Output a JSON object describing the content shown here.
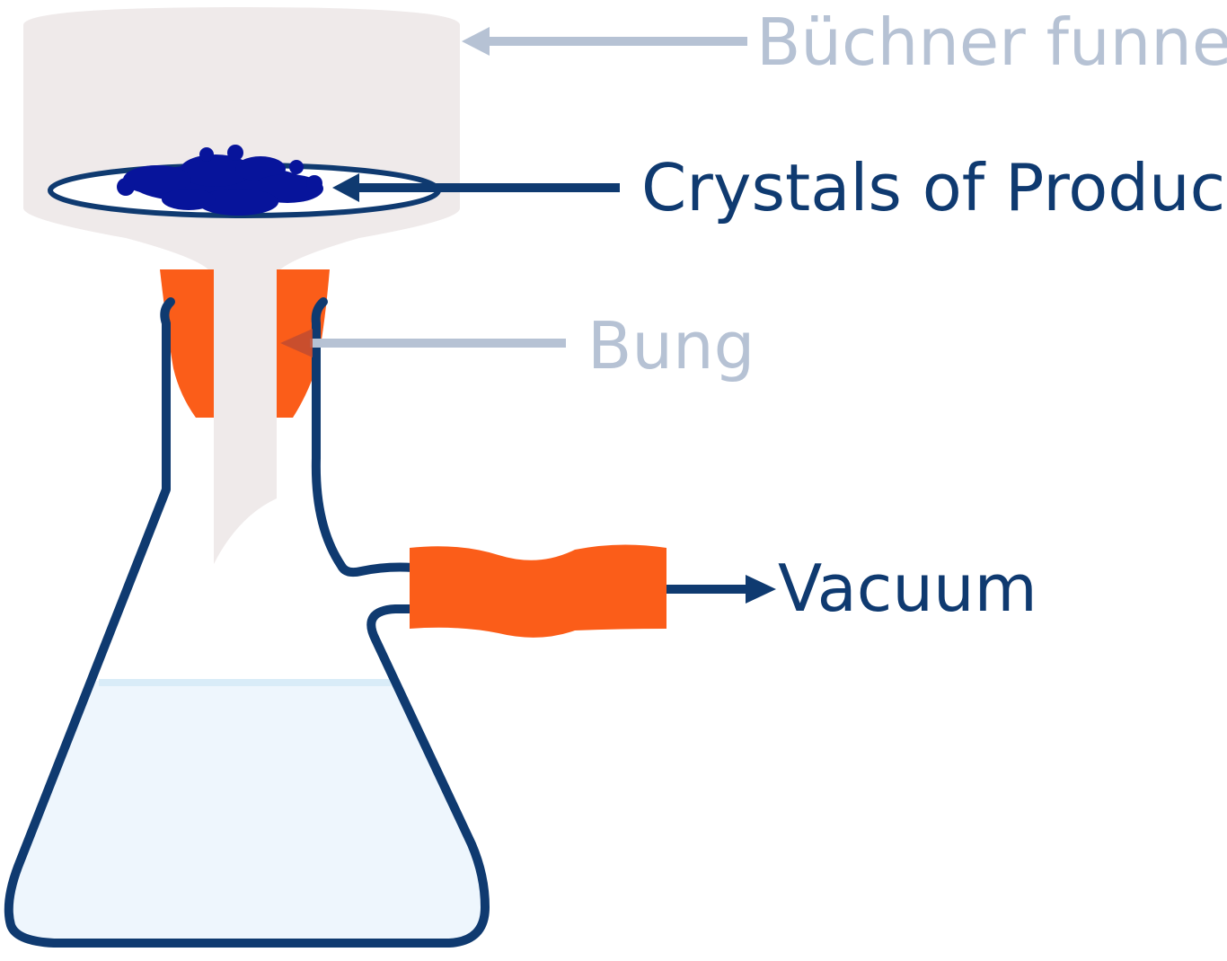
{
  "labels": {
    "buchner_funnel": "Büchner funnel",
    "crystals": "Crystals of Product",
    "bung": "Bung",
    "vacuum": "Vacuum"
  },
  "colors": {
    "outline": "#0f3a70",
    "faint_label": "#b6c2d4",
    "dark_label": "#0f3a70",
    "funnel": "#efeaea",
    "bung": "#fb5d19",
    "liquid": "#eef6fd",
    "liquid_surface": "#d9ecf8",
    "crystals": "#07149b"
  }
}
